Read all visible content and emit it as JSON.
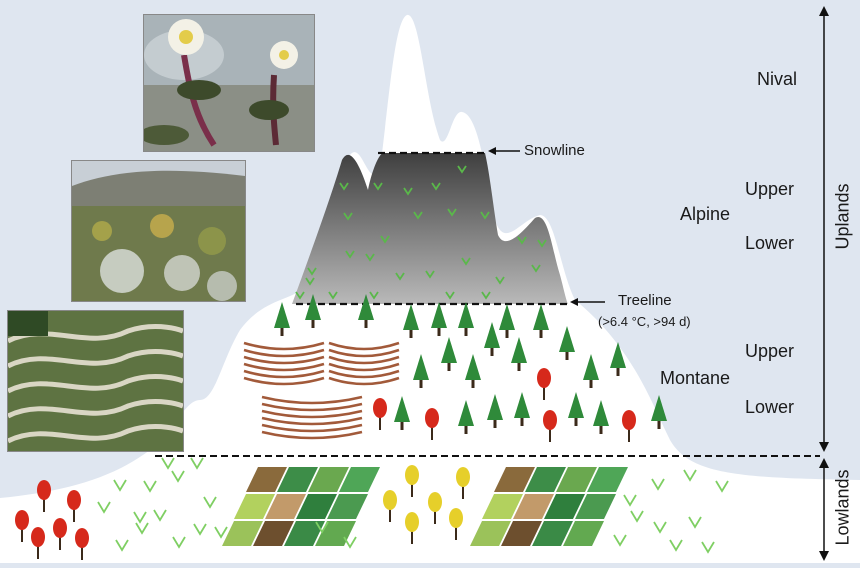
{
  "zones": {
    "nival": "Nival",
    "alpine": "Alpine",
    "alpine_upper": "Upper",
    "alpine_lower": "Lower",
    "montane": "Montane",
    "montane_upper": "Upper",
    "montane_lower": "Lower",
    "uplands": "Uplands",
    "lowlands": "Lowlands"
  },
  "annotations": {
    "snowline": "Snowline",
    "treeline": "Treeline",
    "treeline_detail": "(>6.4 °C, >94 d)"
  },
  "colors": {
    "background": "#dfe6f0",
    "mountain_gray": "#6e6e6e",
    "tree_green": "#2f8a3a",
    "sprout_green": "#5ab84a",
    "red_fruit": "#d6291b",
    "yellow_fruit": "#e6cf2a",
    "terrace_brown": "#a25a3a"
  },
  "photos": [
    "alpine-flower-photo",
    "paramo-frailejon-photo",
    "terraced-fields-photo"
  ]
}
